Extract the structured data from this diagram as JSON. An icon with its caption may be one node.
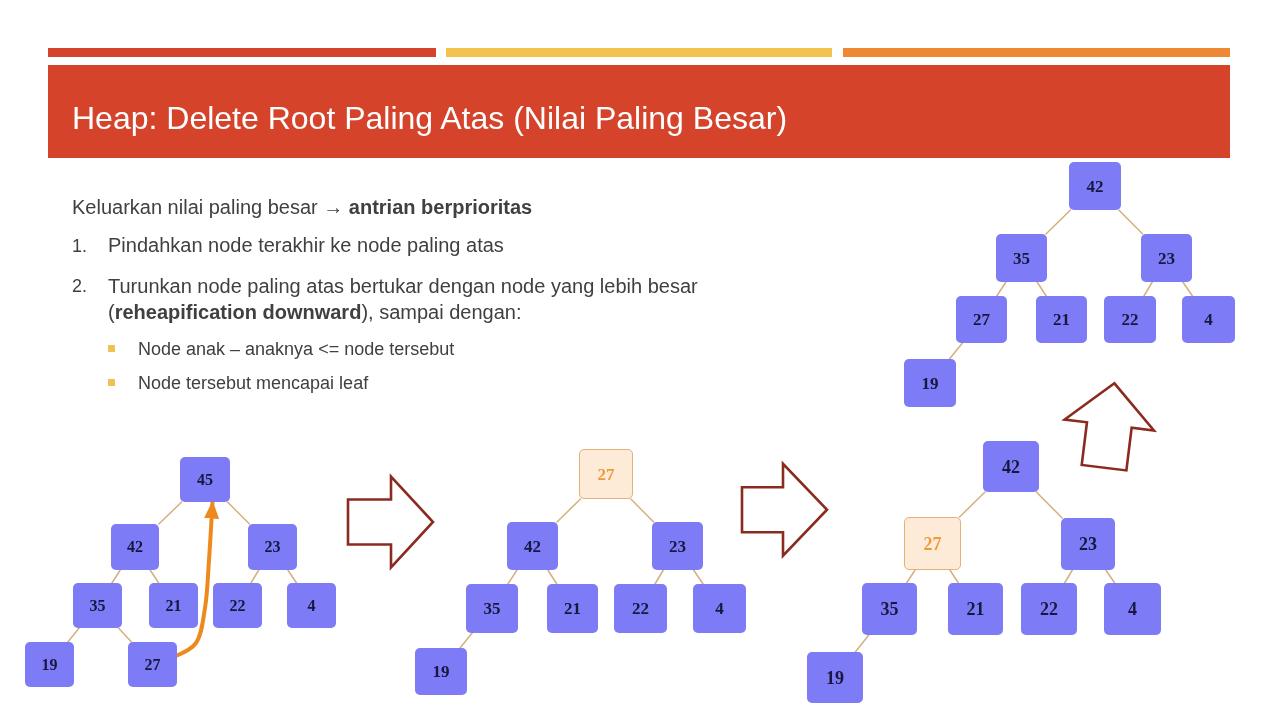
{
  "diagram": {
    "title": "Heap: Delete Root Paling Atas (Nilai Paling Besar)",
    "nodes": [
      {
        "text": [
          "45"
        ]
      },
      {
        "text": [
          "42"
        ]
      },
      {
        "text": [
          "23"
        ]
      },
      {
        "text": [
          "35"
        ]
      },
      {
        "text": [
          "21"
        ]
      },
      {
        "text": [
          "22"
        ]
      },
      {
        "text": [
          "4"
        ]
      },
      {
        "text": [
          "19"
        ]
      },
      {
        "text": [
          "27"
        ]
      },
      {
        "text": [
          "27"
        ]
      },
      {
        "text": [
          "42"
        ]
      },
      {
        "text": [
          "23"
        ]
      },
      {
        "text": [
          "35"
        ]
      },
      {
        "text": [
          "21"
        ]
      },
      {
        "text": [
          "22"
        ]
      },
      {
        "text": [
          "4"
        ]
      },
      {
        "text": [
          "19"
        ]
      },
      {
        "text": [
          "42"
        ]
      },
      {
        "text": [
          "27"
        ]
      },
      {
        "text": [
          "23"
        ]
      },
      {
        "text": [
          "35"
        ]
      },
      {
        "text": [
          "21"
        ]
      },
      {
        "text": [
          "22"
        ]
      },
      {
        "text": [
          "4"
        ]
      },
      {
        "text": [
          "19"
        ]
      },
      {
        "text": [
          "42"
        ]
      },
      {
        "text": [
          "35"
        ]
      },
      {
        "text": [
          "23"
        ]
      },
      {
        "text": [
          "27"
        ]
      },
      {
        "text": [
          "21"
        ]
      },
      {
        "text": [
          "22"
        ]
      },
      {
        "text": [
          "4"
        ]
      },
      {
        "text": [
          "19"
        ]
      }
    ],
    "edges": [
      {
        "from": 0,
        "to": 1,
        "arrow": "none"
      },
      {
        "from": 0,
        "to": 2,
        "arrow": "none"
      },
      {
        "from": 1,
        "to": 3,
        "arrow": "none"
      },
      {
        "from": 1,
        "to": 4,
        "arrow": "none"
      },
      {
        "from": 2,
        "to": 5,
        "arrow": "none"
      },
      {
        "from": 2,
        "to": 6,
        "arrow": "none"
      },
      {
        "from": 3,
        "to": 7,
        "arrow": "none"
      },
      {
        "from": 3,
        "to": 8,
        "arrow": "none"
      },
      {
        "from": 8,
        "to": 0,
        "arrow": "to",
        "style": "thick",
        "color": "#ee8a1d"
      },
      {
        "from": 2,
        "to": 10,
        "arrow": "to",
        "style": "thick",
        "color": "#8b2a1f"
      },
      {
        "from": 9,
        "to": 10,
        "arrow": "none"
      },
      {
        "from": 9,
        "to": 11,
        "arrow": "none"
      },
      {
        "from": 10,
        "to": 12,
        "arrow": "none"
      },
      {
        "from": 10,
        "to": 13,
        "arrow": "none"
      },
      {
        "from": 11,
        "to": 14,
        "arrow": "none"
      },
      {
        "from": 11,
        "to": 15,
        "arrow": "none"
      },
      {
        "from": 12,
        "to": 16,
        "arrow": "none"
      },
      {
        "from": 11,
        "to": 18,
        "arrow": "to",
        "style": "thick",
        "color": "#8b2a1f"
      },
      {
        "from": 17,
        "to": 18,
        "arrow": "none"
      },
      {
        "from": 17,
        "to": 19,
        "arrow": "none"
      },
      {
        "from": 18,
        "to": 20,
        "arrow": "none"
      },
      {
        "from": 18,
        "to": 21,
        "arrow": "none"
      },
      {
        "from": 19,
        "to": 22,
        "arrow": "none"
      },
      {
        "from": 19,
        "to": 23,
        "arrow": "none"
      },
      {
        "from": 20,
        "to": 24,
        "arrow": "none"
      },
      {
        "from": 19,
        "to": 30,
        "arrow": "to",
        "style": "thick",
        "color": "#8b2a1f"
      },
      {
        "from": 25,
        "to": 26,
        "arrow": "none"
      },
      {
        "from": 25,
        "to": 27,
        "arrow": "none"
      },
      {
        "from": 26,
        "to": 28,
        "arrow": "none"
      },
      {
        "from": 26,
        "to": 29,
        "arrow": "none"
      },
      {
        "from": 27,
        "to": 30,
        "arrow": "none"
      },
      {
        "from": 27,
        "to": 31,
        "arrow": "none"
      },
      {
        "from": 28,
        "to": 32,
        "arrow": "none"
      }
    ],
    "labels": [
      "Keluarkan nilai paling besar → **antrian berprioritas**",
      "1.",
      "Pindahkan node terakhir ke node paling atas",
      "2.",
      "Turunkan node paling atas bertukar dengan node yang lebih besar (**reheapification downward**), sampai dengan:",
      "Node anak – anaknya <= node tersebut",
      "Node tersebut mencapai leaf"
    ]
  }
}
